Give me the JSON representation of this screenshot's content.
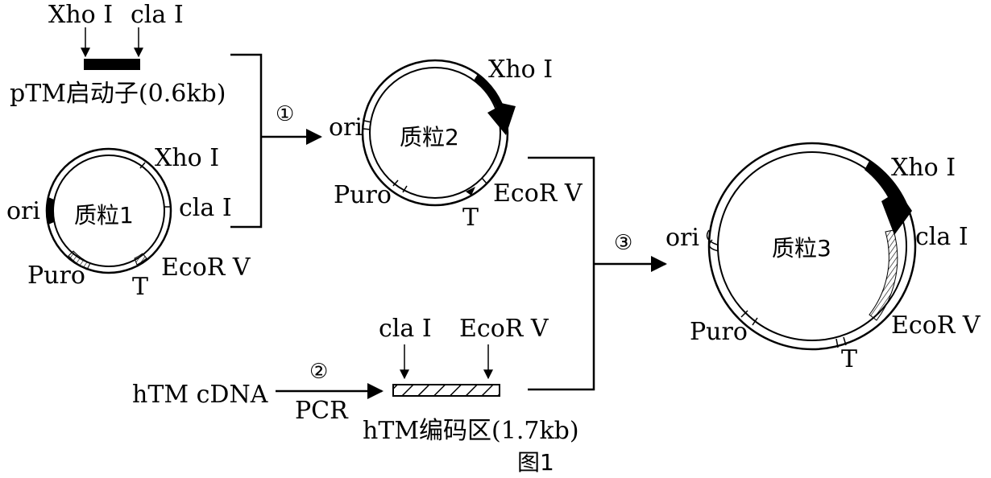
{
  "promoter": {
    "site_left": "Xho I",
    "site_right": "cla I",
    "label": "pTM启动子(0.6kb)"
  },
  "plasmid1": {
    "name": "质粒1",
    "labels": {
      "ori": "ori",
      "xho": "Xho I",
      "cla": "cla I",
      "puro": "Puro",
      "t": "T",
      "ecor": "EcoR Ⅴ"
    }
  },
  "plasmid2": {
    "name": "质粒2",
    "labels": {
      "ori": "ori",
      "xho": "Xho I",
      "puro": "Puro",
      "t": "T",
      "ecor": "EcoR Ⅴ"
    }
  },
  "plasmid3": {
    "name": "质粒3",
    "labels": {
      "ori": "ori",
      "xho": "Xho I",
      "cla": "cla I",
      "puro": "Puro",
      "t": "T",
      "ecor": "EcoR Ⅴ"
    }
  },
  "coding": {
    "site_left": "cla I",
    "site_right": "EcoR Ⅴ",
    "label": "hTM编码区(1.7kb)",
    "source": "hTM cDNA",
    "method": "PCR"
  },
  "steps": {
    "s1": "①",
    "s2": "②",
    "s3": "③"
  },
  "caption": "图1"
}
